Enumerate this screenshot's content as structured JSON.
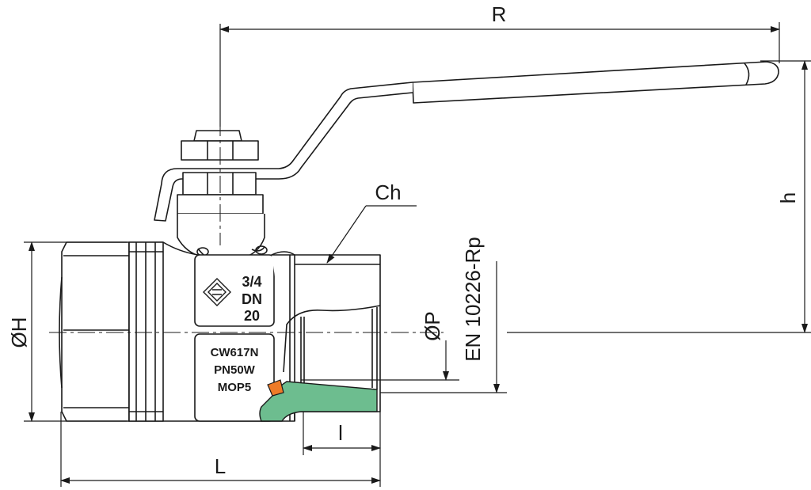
{
  "labels": {
    "R": "R",
    "h": "h",
    "Ch": "Ch",
    "OH": "ØH",
    "OP": "ØP",
    "standard": "EN 10226-Rp",
    "l": "l",
    "L": "L"
  },
  "body_marking": {
    "size_line1": "3/4",
    "size_line2": "DN",
    "size_line3": "20",
    "material": "CW617N",
    "pressure": "PN50W",
    "mop": "MOP5"
  },
  "colors": {
    "line": "#1a1a1a",
    "seal_green": "#6dbd8f",
    "seal_orange": "#ee7b28",
    "metal": "#ffffff"
  }
}
